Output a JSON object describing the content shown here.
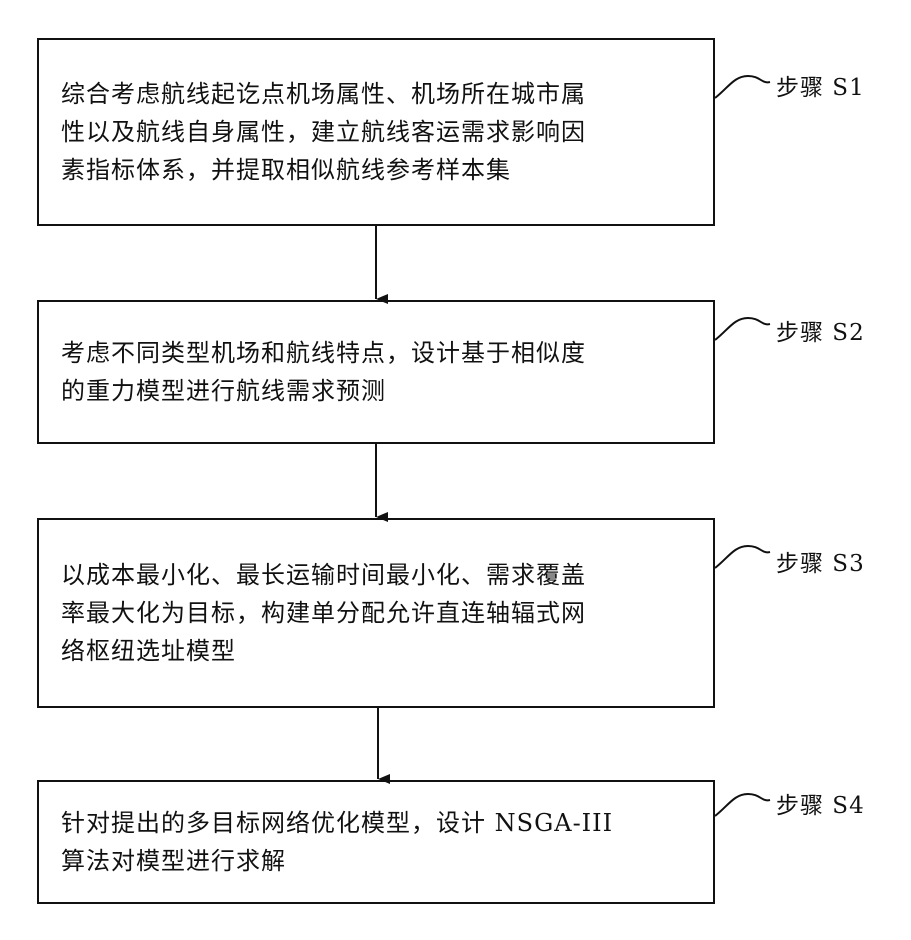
{
  "steps": [
    {
      "label": "步骤 S1",
      "lines": [
        "综合考虑航线起讫点机场属性、机场所在城市属",
        "性以及航线自身属性，建立航线客运需求影响因",
        "素指标体系，并提取相似航线参考样本集"
      ]
    },
    {
      "label": "步骤 S2",
      "lines": [
        "考虑不同类型机场和航线特点，设计基于相似度",
        "的重力模型进行航线需求预测"
      ]
    },
    {
      "label": "步骤 S3",
      "lines": [
        "以成本最小化、最长运输时间最小化、需求覆盖",
        "率最大化为目标，构建单分配允许直连轴辐式网",
        "络枢纽选址模型"
      ]
    },
    {
      "label": "步骤 S4",
      "lines": [
        "针对提出的多目标网络优化模型，设计 NSGA-III",
        "算法对模型进行求解"
      ]
    }
  ],
  "colors": {
    "stroke": "#111111",
    "background": "#ffffff"
  }
}
